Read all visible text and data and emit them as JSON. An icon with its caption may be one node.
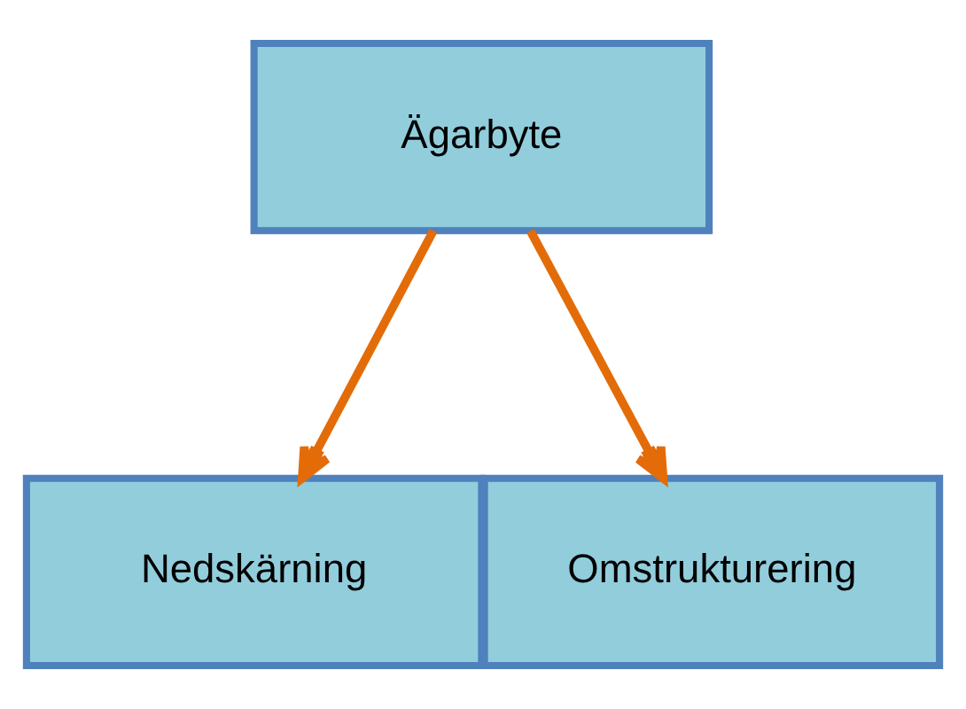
{
  "diagram": {
    "nodes": [
      {
        "text": [
          "Ägarbyte"
        ]
      },
      {
        "text": [
          "Nedskärning"
        ]
      },
      {
        "text": [
          "Omstrukturering"
        ]
      }
    ],
    "edges": [
      {
        "from": 0,
        "to": 1,
        "arrow": "to"
      },
      {
        "from": 0,
        "to": 2,
        "arrow": "to"
      }
    ]
  }
}
